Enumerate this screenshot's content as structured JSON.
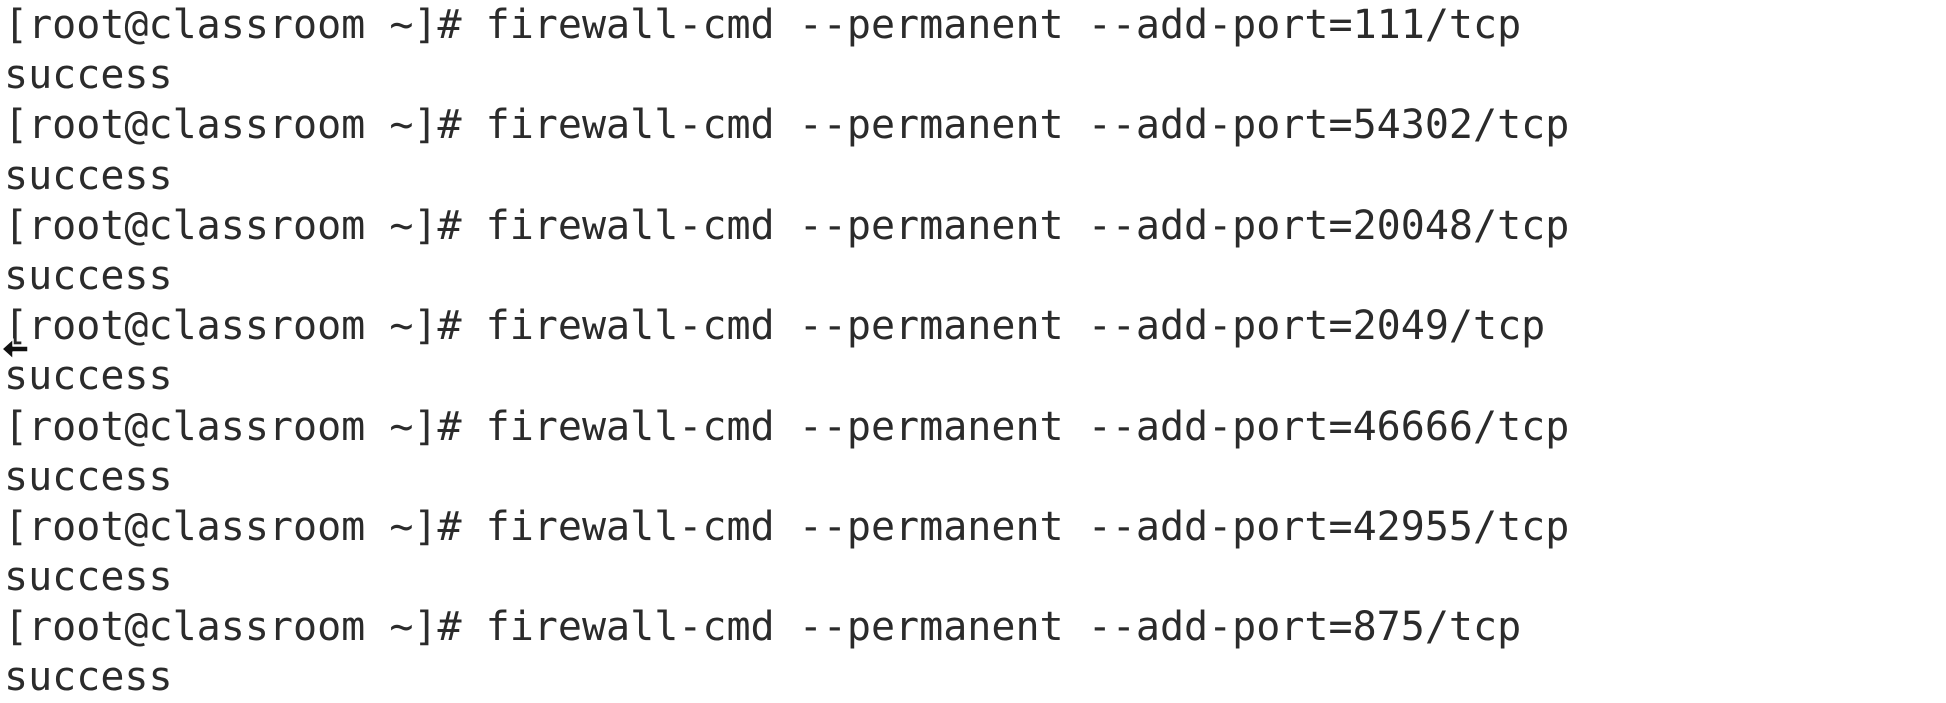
{
  "terminal": {
    "lines": [
      {
        "prompt": "[root@classroom ~]# ",
        "command": "firewall-cmd --permanent --add-port=111/tcp"
      },
      {
        "output": "success"
      },
      {
        "prompt": "[root@classroom ~]# ",
        "command": "firewall-cmd --permanent --add-port=54302/tcp"
      },
      {
        "output": "success"
      },
      {
        "prompt": "[root@classroom ~]# ",
        "command": "firewall-cmd --permanent --add-port=20048/tcp"
      },
      {
        "output": "success"
      },
      {
        "prompt": "[root@classroom ~]# ",
        "command": "firewall-cmd --permanent --add-port=2049/tcp"
      },
      {
        "output": "success"
      },
      {
        "prompt": "[root@classroom ~]# ",
        "command": "firewall-cmd --permanent --add-port=46666/tcp"
      },
      {
        "output": "success"
      },
      {
        "prompt": "[root@classroom ~]# ",
        "command": "firewall-cmd --permanent --add-port=42955/tcp"
      },
      {
        "output": "success"
      },
      {
        "prompt": "[root@classroom ~]# ",
        "command": "firewall-cmd --permanent --add-port=875/tcp"
      },
      {
        "output": "success"
      }
    ],
    "cursor_icon": "left-arrow-cursor-icon",
    "text_color": "#2b2b2b",
    "background_color": "#ffffff"
  }
}
